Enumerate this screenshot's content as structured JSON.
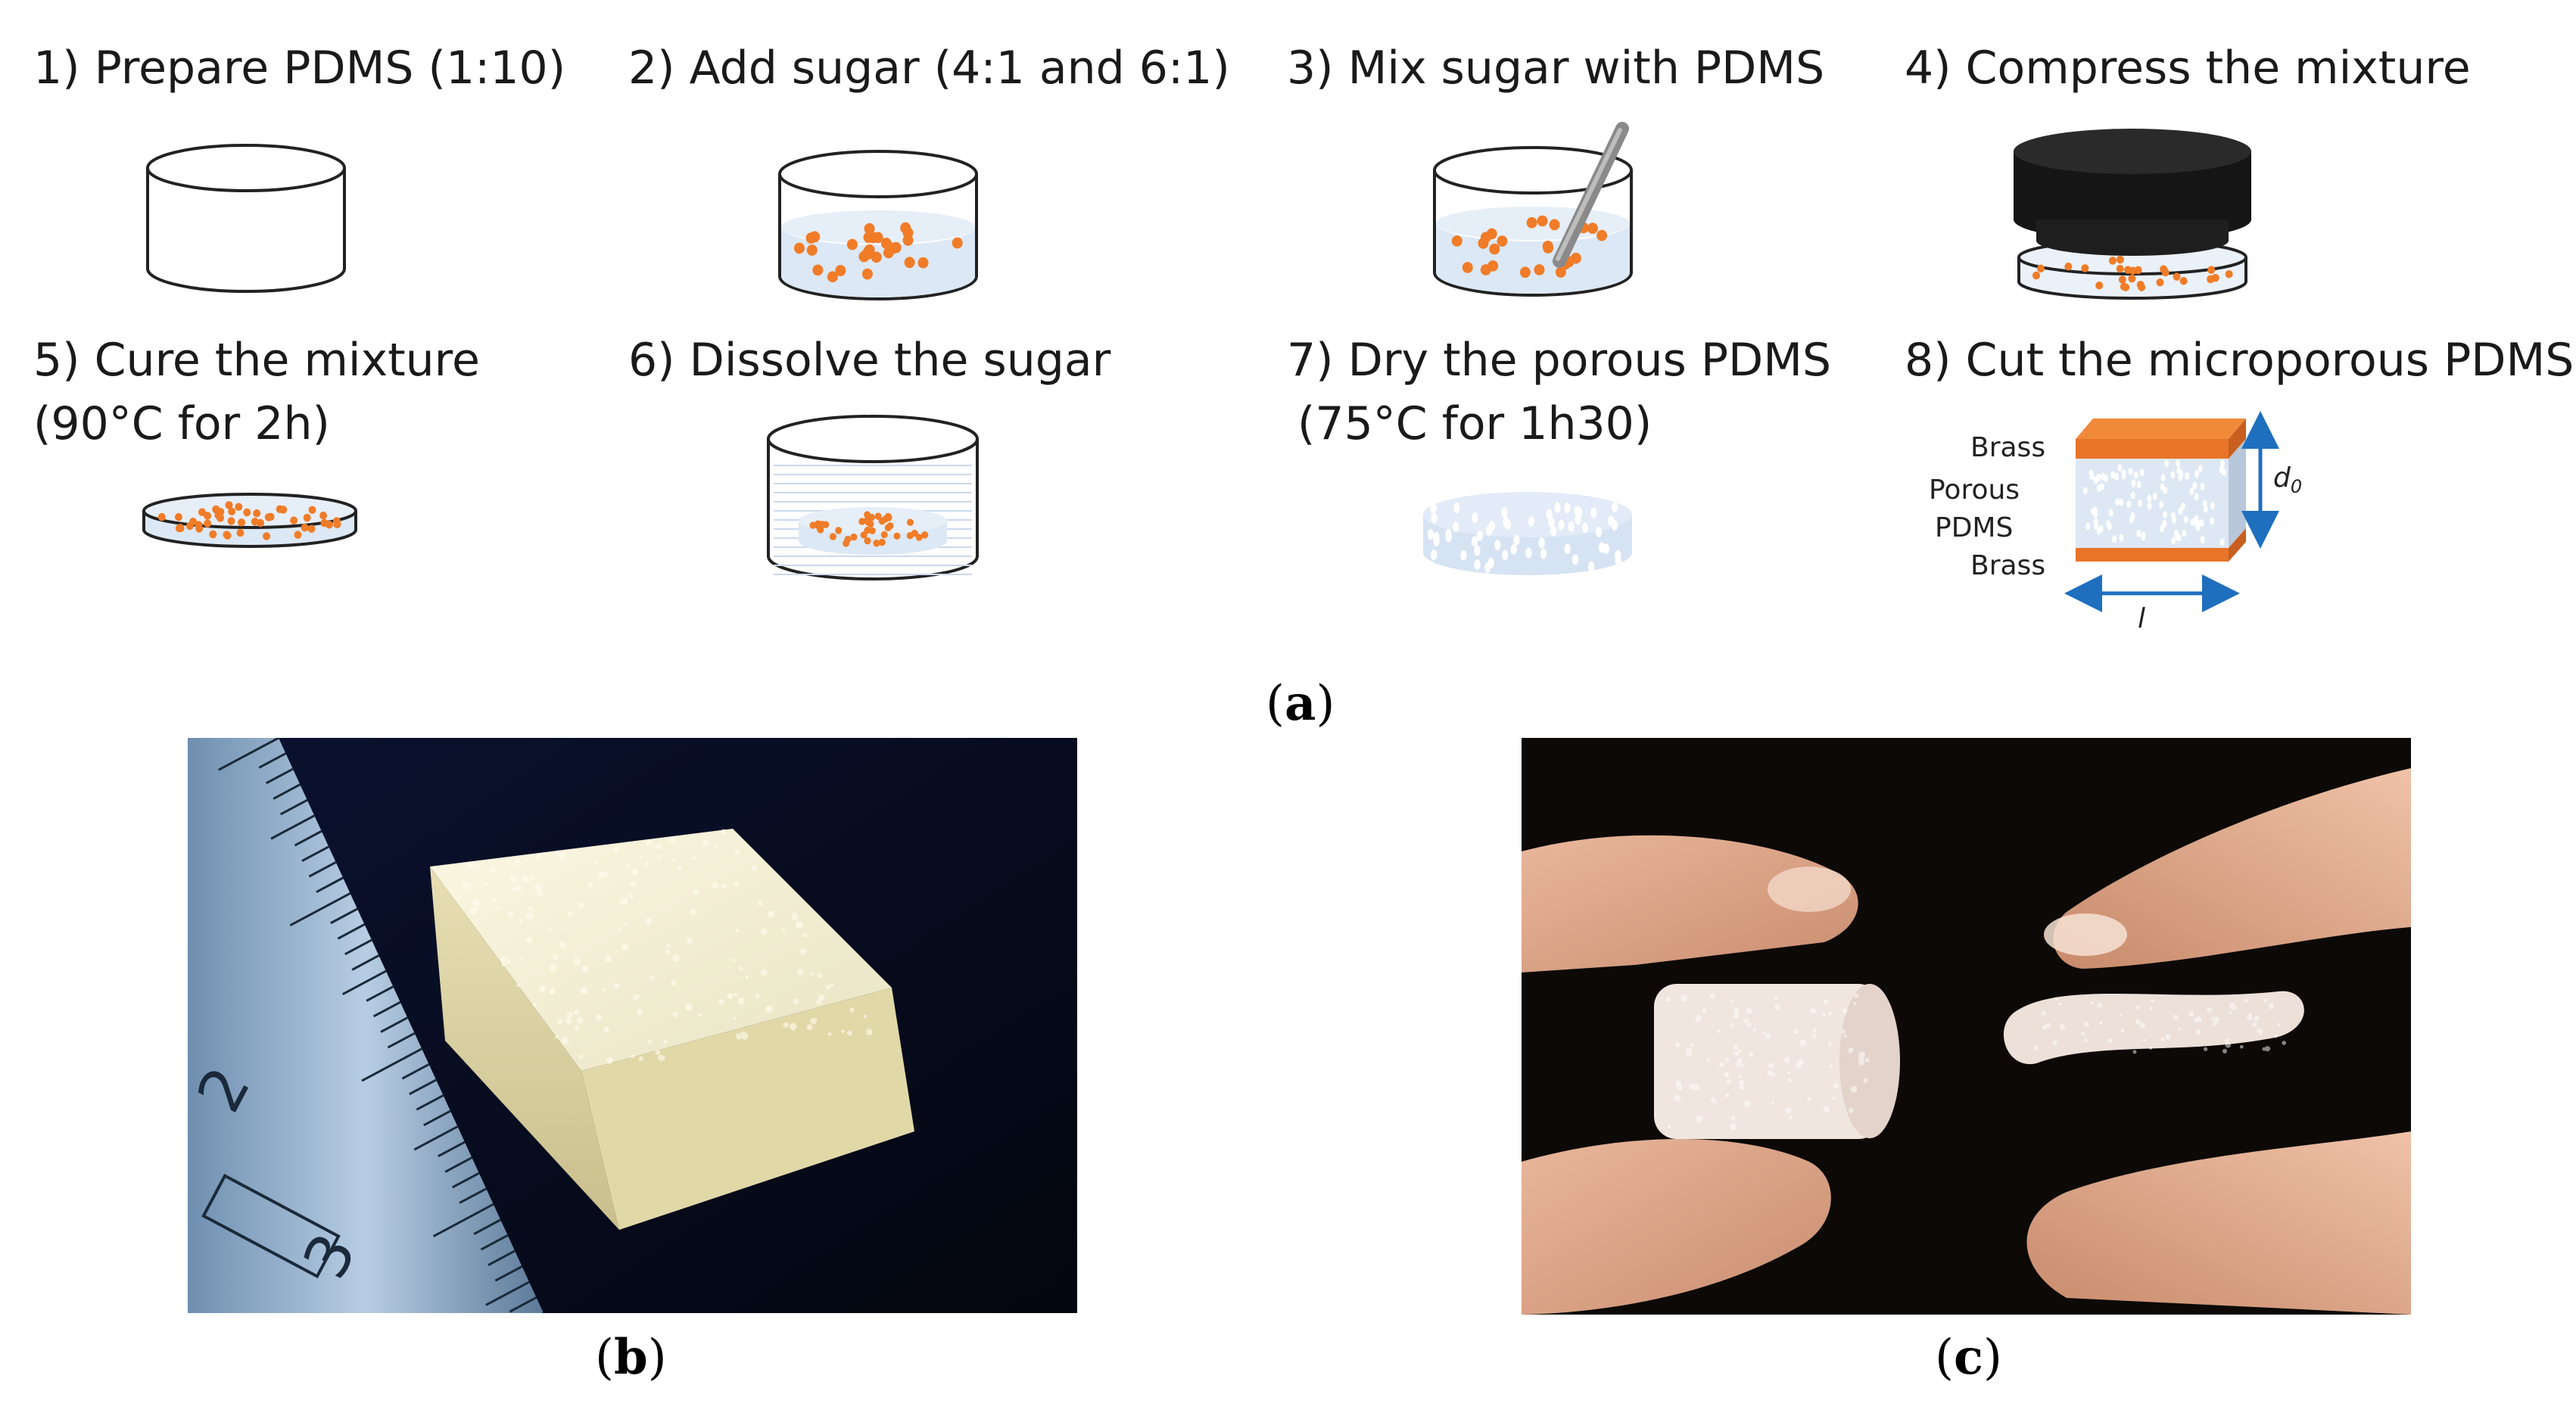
{
  "steps": [
    {
      "label": "1) Prepare PDMS (1:10)"
    },
    {
      "label": "2) Add sugar (4:1 and 6:1)"
    },
    {
      "label": "3) Mix sugar with PDMS"
    },
    {
      "label": "4) Compress the mixture"
    },
    {
      "label": "5) Cure the mixture",
      "sub": "(90°C for 2h)"
    },
    {
      "label": "6) Dissolve the sugar"
    },
    {
      "label": "7) Dry the porous PDMS",
      "sub": "(75°C for 1h30)"
    },
    {
      "label": "8) Cut the microporous PDMS"
    }
  ],
  "sample_labels": {
    "brass_top": "Brass",
    "porous": "Porous",
    "pdms": "PDMS",
    "brass_bottom": "Brass",
    "thickness": "d",
    "thickness_sub": "0",
    "length": "l"
  },
  "panels": {
    "a": "a",
    "b": "b",
    "c": "c"
  },
  "colors": {
    "sugar": "#f07c28",
    "brass": "#e8742a",
    "pdms_liquid": "#dce8f5",
    "compress_cap": "#151515",
    "arrow": "#1f6fbf"
  }
}
